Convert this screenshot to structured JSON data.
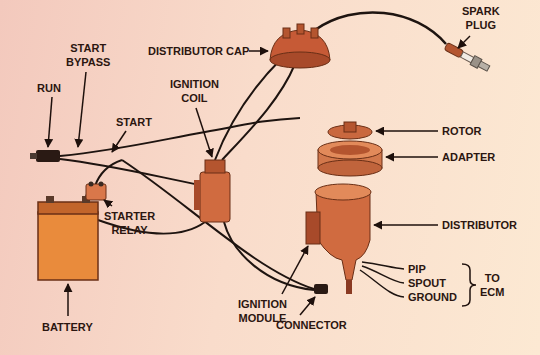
{
  "diagram": {
    "labels": [
      "DISTRIBUTOR CAP",
      "SPARK PLUG",
      "START BYPASS",
      "IGNITION COIL",
      "RUN",
      "START",
      "ROTOR",
      "ADAPTER",
      "STARTER RELAY",
      "DISTRIBUTOR",
      "PIP",
      "SPOUT",
      "GROUND",
      "TO ECM",
      "IGNITION MODULE",
      "BATTERY",
      "CONNECTOR"
    ]
  }
}
